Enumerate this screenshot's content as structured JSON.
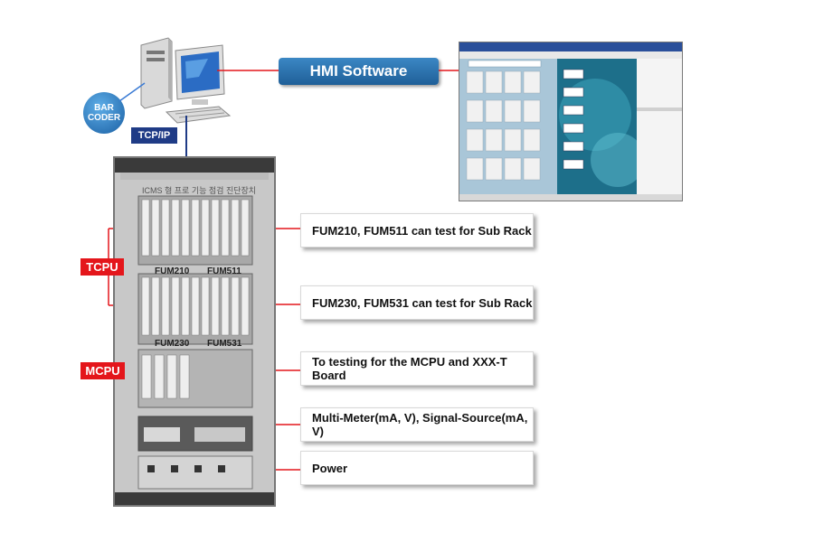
{
  "hmi": {
    "label": "HMI Software"
  },
  "network": {
    "tcpip_label": "TCP/IP"
  },
  "barcoder": {
    "line1": "BAR",
    "line2": "CODER"
  },
  "rack": {
    "title_text": "ICMS 형 프로 기능 점검 진단장치",
    "panel1_left": "FUM210",
    "panel1_right": "FUM511",
    "panel2_left": "FUM230",
    "panel2_right": "FUM531"
  },
  "tags": {
    "tcpu": "TCPU",
    "mcpu": "MCPU"
  },
  "callouts": [
    "FUM210, FUM511 can test for Sub Rack",
    "FUM230, FUM531 can test for Sub Rack",
    "To testing for the MCPU and XXX-T Board",
    "Multi-Meter(mA, V), Signal-Source(mA, V)",
    "Power"
  ],
  "colors": {
    "red": "#e4161b",
    "blue_pill": "#2a70b0",
    "navy": "#1f3b86"
  }
}
